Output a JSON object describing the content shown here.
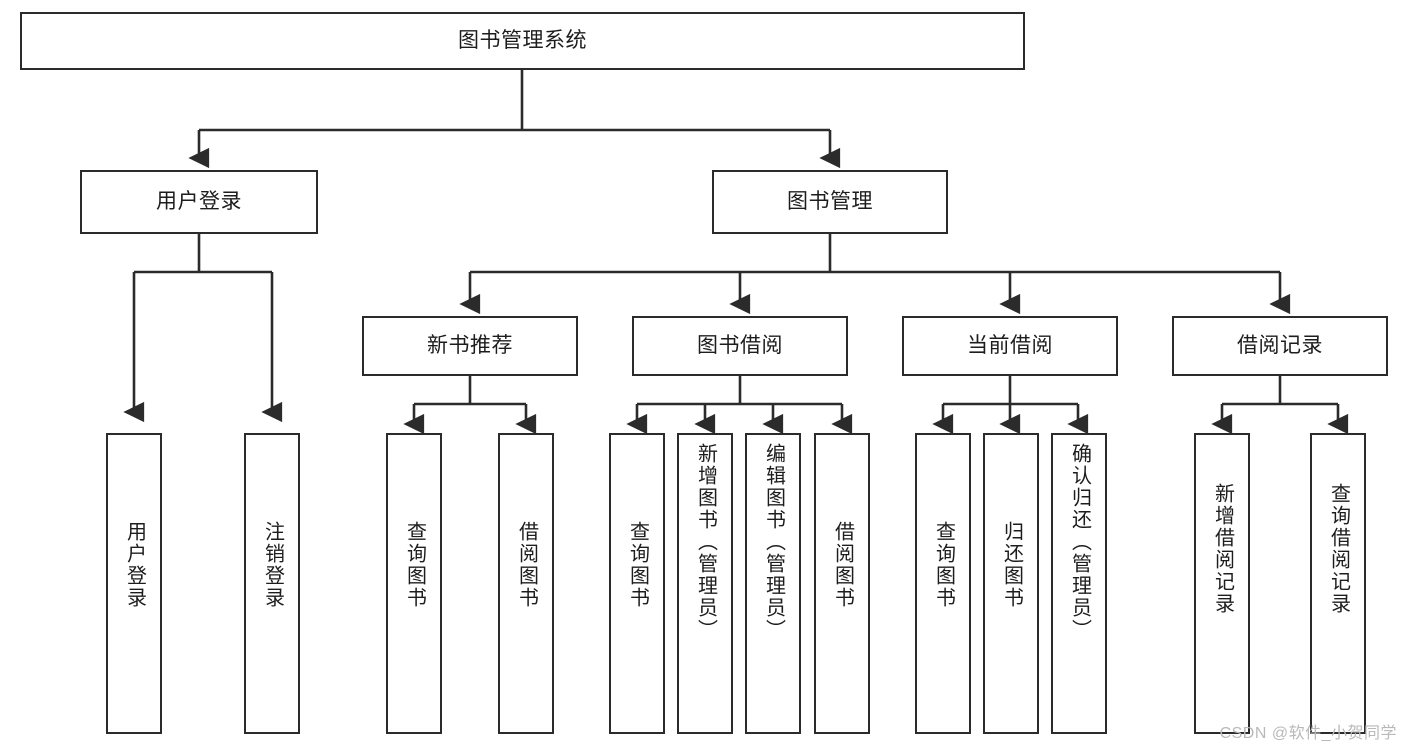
{
  "diagram": {
    "title_node": {
      "label": "图书管理系统"
    },
    "level2": [
      {
        "label": "用户登录"
      },
      {
        "label": "图书管理"
      }
    ],
    "level3": [
      {
        "label": "新书推荐"
      },
      {
        "label": "图书借阅"
      },
      {
        "label": "当前借阅"
      },
      {
        "label": "借阅记录"
      }
    ],
    "leaves": {
      "user_login": [
        {
          "label": "用户登录"
        },
        {
          "label": "注销登录"
        }
      ],
      "new_book": [
        {
          "label": "查询图书"
        },
        {
          "label": "借阅图书"
        }
      ],
      "book_borrow": [
        {
          "label": "查询图书"
        },
        {
          "label": "新增图书（管理员）"
        },
        {
          "label": "编辑图书（管理员）"
        },
        {
          "label": "借阅图书"
        }
      ],
      "current_borrow": [
        {
          "label": "查询图书"
        },
        {
          "label": "归还图书"
        },
        {
          "label": "确认归还（管理员）"
        }
      ],
      "borrow_record": [
        {
          "label": "新增借阅记录"
        },
        {
          "label": "查询借阅记录"
        }
      ]
    },
    "watermark": "CSDN @软件_小贺同学",
    "colors": {
      "stroke": "#2b2b2b",
      "fill": "#ffffff",
      "text": "#1d1d1d",
      "watermark": "#b9b9b9"
    }
  }
}
